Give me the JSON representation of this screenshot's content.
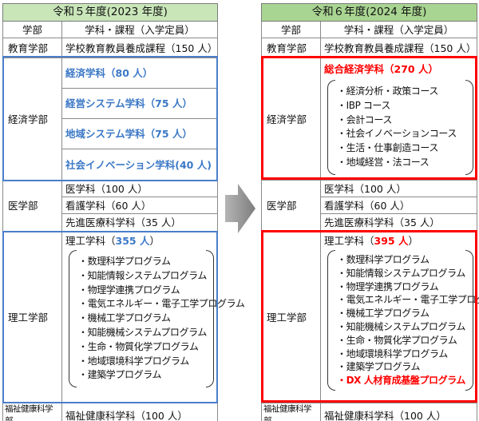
{
  "left": {
    "title": "令和５年度(2023 年度)",
    "header": {
      "dept": "学部",
      "course": "学科・課程（入学定員）"
    },
    "education": {
      "dept": "教育学部",
      "course": "学校教育教員養成課程（150 人）"
    },
    "economics": {
      "dept": "経済学部",
      "courses": [
        "経済学科（80 人）",
        "経営システム学科（75 人）",
        "地域システム学科（75 人）",
        "社会イノベーション学科(40 人)"
      ]
    },
    "medicine": {
      "dept": "医学部",
      "courses": [
        "医学科（100 人）",
        "看護学科（60 人）",
        "先進医療科学科（35 人）"
      ]
    },
    "science": {
      "dept": "理工学部",
      "course_prefix": "理工学科（",
      "capacity": "355 人",
      "course_suffix": "）",
      "programs": [
        "・数理科学プログラム",
        "・知能情報システムプログラム",
        "・物理学連携プログラム",
        "・電気エネルギー・電子工学プログラム",
        "・機械工学プログラム",
        "・知能機械システムプログラム",
        "・生命・物質化学プログラム",
        "・地域環境科学プログラム",
        "・建築学プログラム"
      ]
    },
    "welfare": {
      "dept": "福祉健康科学部",
      "course": "福祉健康科学科（100 人）"
    }
  },
  "right": {
    "title": "令和６年度(2024 年度)",
    "header": {
      "dept": "学部",
      "course": "学科・課程（入学定員）"
    },
    "education": {
      "dept": "教育学部",
      "course": "学校教育教員養成課程（150 人）"
    },
    "economics": {
      "dept": "経済学部",
      "course": "総合経済学科（270 人）",
      "sub_courses": [
        "・経済分析・政策コース",
        "・IBP コース",
        "・会計コース",
        "・社会イノベーションコース",
        "・生活・仕事創造コース",
        "・地域経営・法コース"
      ]
    },
    "medicine": {
      "dept": "医学部",
      "courses": [
        "医学科（100 人）",
        "看護学科（60 人）",
        "先進医療科学科（35 人）"
      ]
    },
    "science": {
      "dept": "理工学部",
      "course_prefix": "理工学科（",
      "capacity": "395 人",
      "course_suffix": "）",
      "programs": [
        "・数理科学プログラム",
        "・知能情報システムプログラム",
        "・物理学連携プログラム",
        "・電気エネルギー・電子工学プログラム",
        "・機械工学プログラム",
        "・知能機械システムプログラム",
        "・生命・物質化学プログラム",
        "・地域環境科学プログラム",
        "・建築学プログラム"
      ],
      "new_program": "・DX 人材育成基盤プログラム"
    },
    "welfare": {
      "dept": "福祉健康科学部",
      "course": "福祉健康科学科（100 人）"
    }
  },
  "colors": {
    "title_bg_2023": "#c9e6b9",
    "title_bg_2024": "#a9d592",
    "highlight_blue": "#4a7ec9",
    "highlight_red": "#ff0000",
    "arrow": "#8c8c8c"
  }
}
